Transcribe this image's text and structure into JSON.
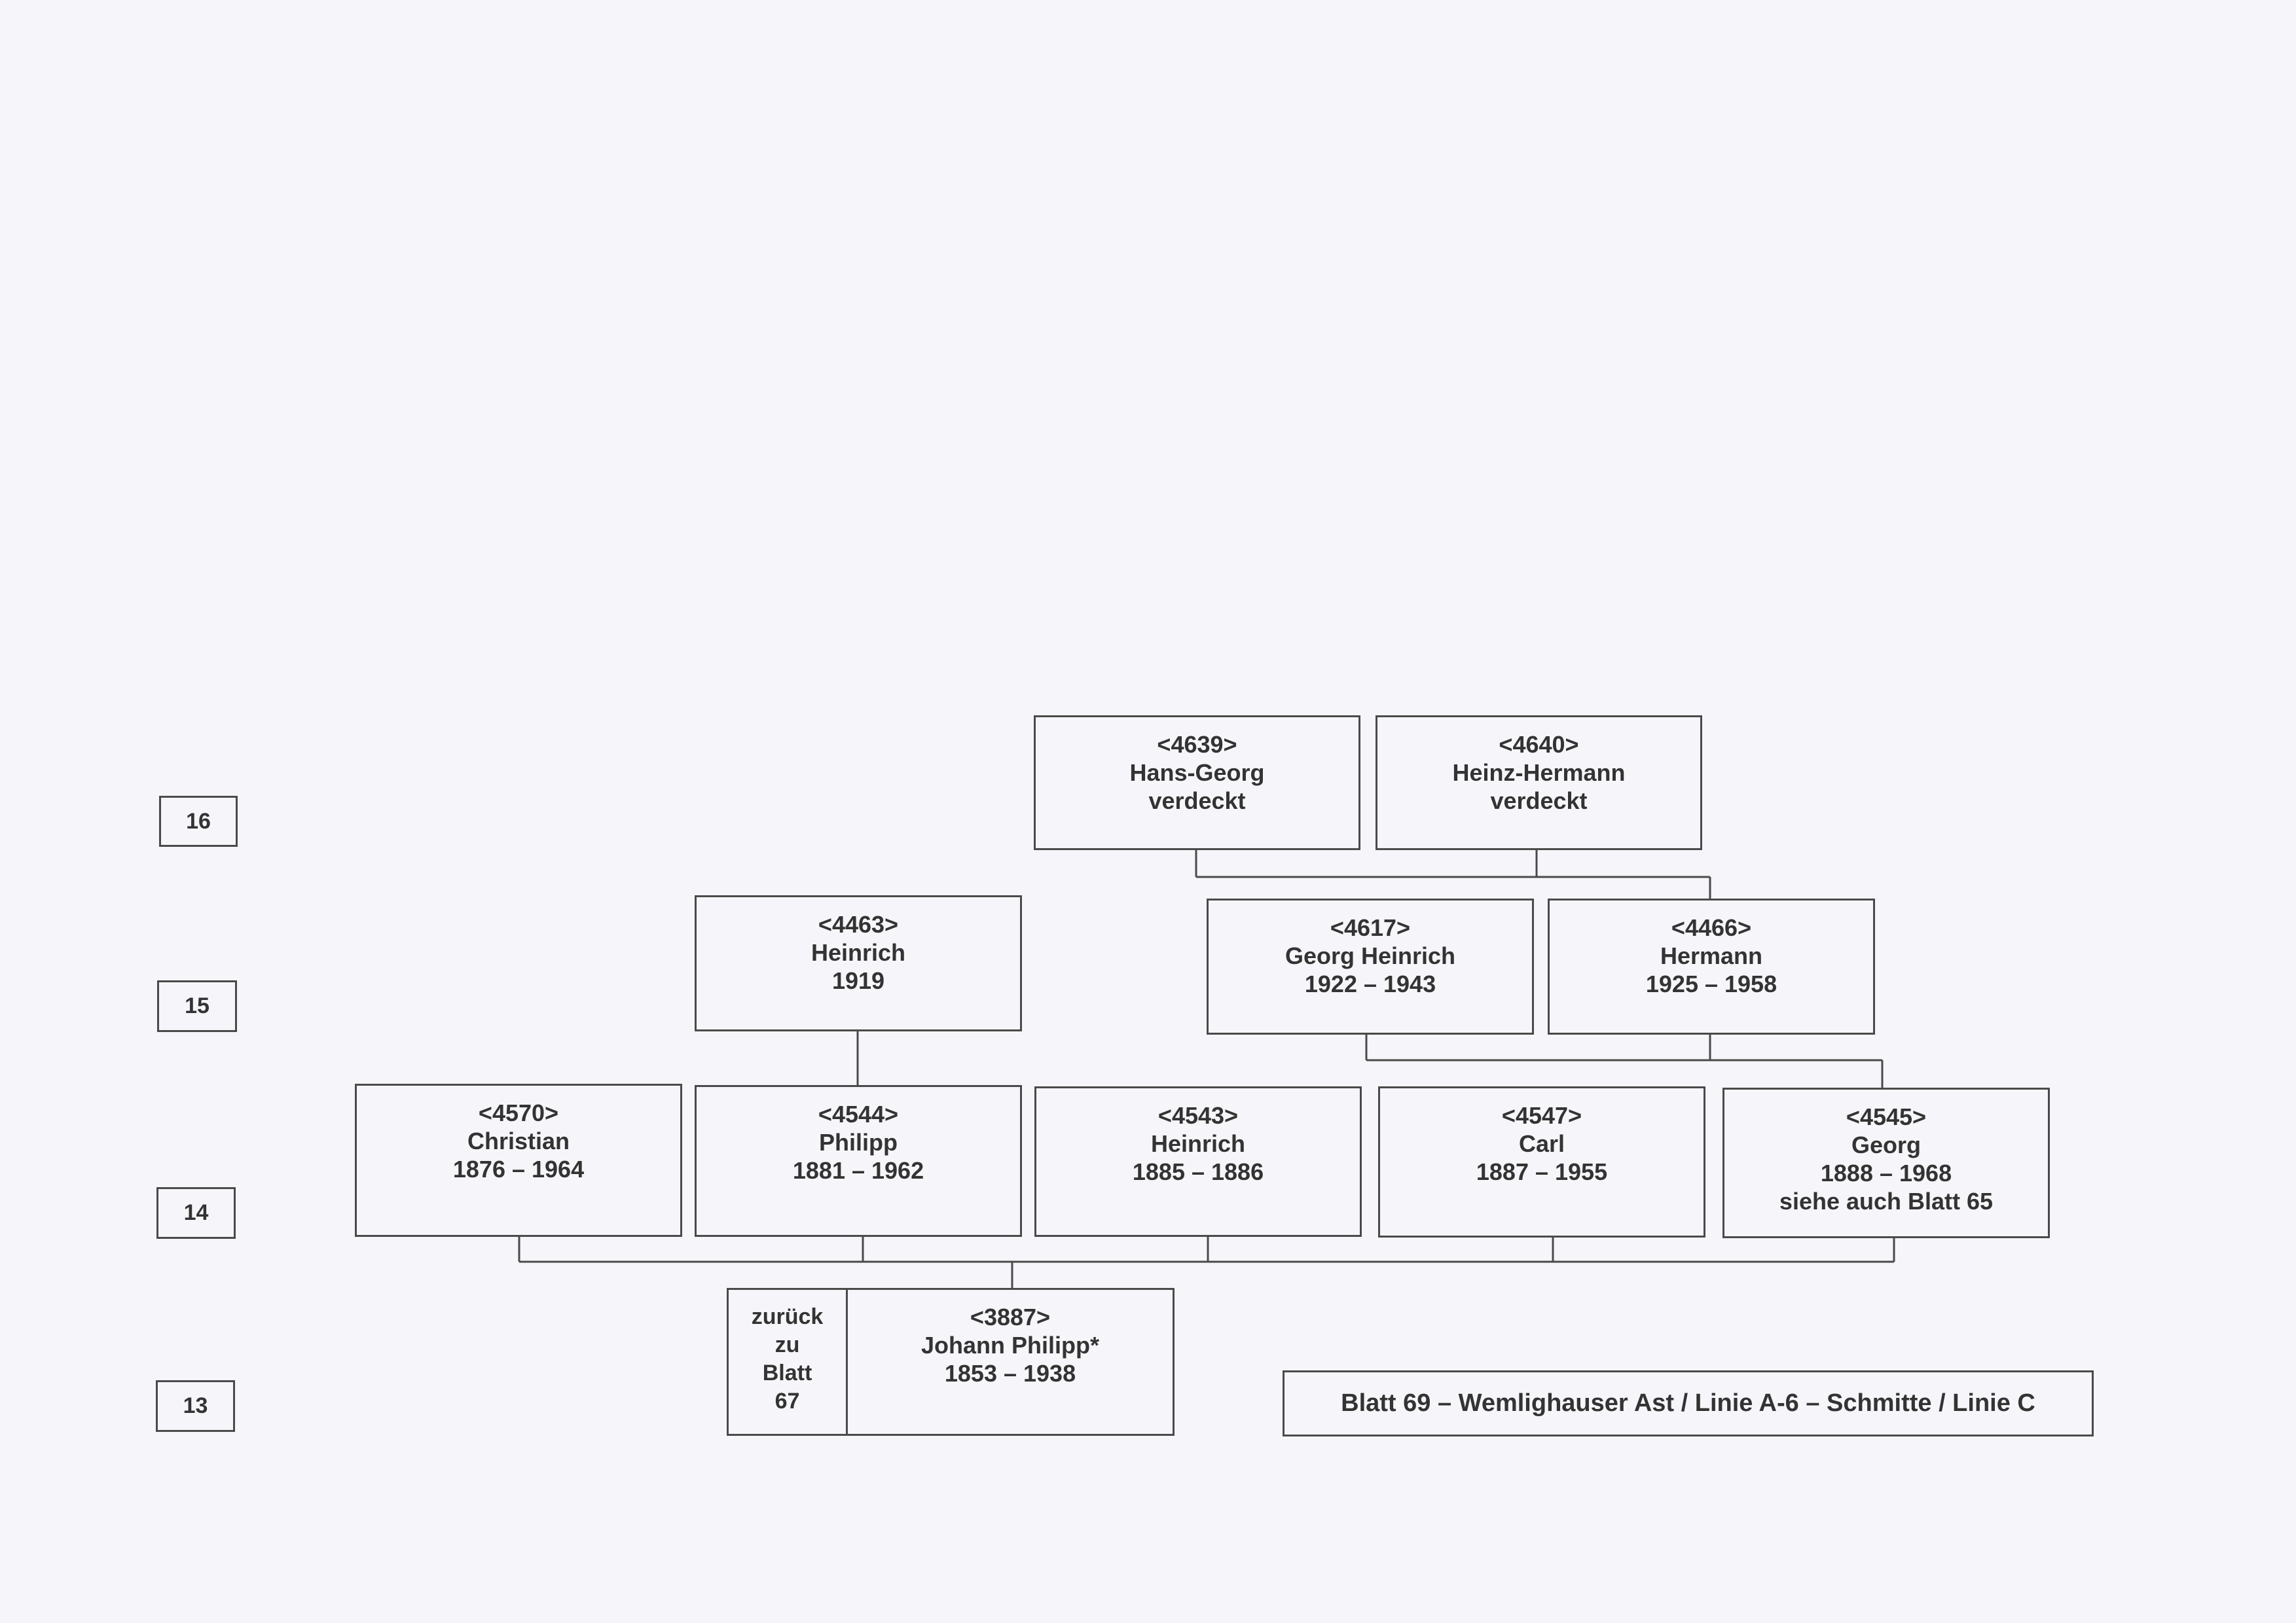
{
  "generations": [
    "16",
    "15",
    "14",
    "13"
  ],
  "persons": {
    "p4639": {
      "id": "<4639>",
      "name": "Hans-Georg",
      "dates": "verdeckt"
    },
    "p4640": {
      "id": "<4640>",
      "name": "Heinz-Hermann",
      "dates": "verdeckt"
    },
    "p4463": {
      "id": "<4463>",
      "name": "Heinrich",
      "dates": "1919"
    },
    "p4617": {
      "id": "<4617>",
      "name": "Georg Heinrich",
      "dates": "1922 – 1943"
    },
    "p4466": {
      "id": "<4466>",
      "name": "Hermann",
      "dates": "1925 – 1958"
    },
    "p4570": {
      "id": "<4570>",
      "name": "Christian",
      "dates": "1876 – 1964"
    },
    "p4544": {
      "id": "<4544>",
      "name": "Philipp",
      "dates": "1881 – 1962"
    },
    "p4543": {
      "id": "<4543>",
      "name": "Heinrich",
      "dates": "1885 – 1886"
    },
    "p4547": {
      "id": "<4547>",
      "name": "Carl",
      "dates": "1887 – 1955"
    },
    "p4545": {
      "id": "<4545>",
      "name": "Georg",
      "dates": "1888 – 1968",
      "note": "siehe auch Blatt 65"
    },
    "p3887": {
      "id": "<3887>",
      "name": "Johann Philipp*",
      "dates": "1853 – 1938"
    }
  },
  "back_reference": [
    "zurück",
    "zu",
    "Blatt",
    "67"
  ],
  "sheet_title": "Blatt 69 – Wemlighauser Ast / Linie A-6 – Schmitte / Linie C"
}
